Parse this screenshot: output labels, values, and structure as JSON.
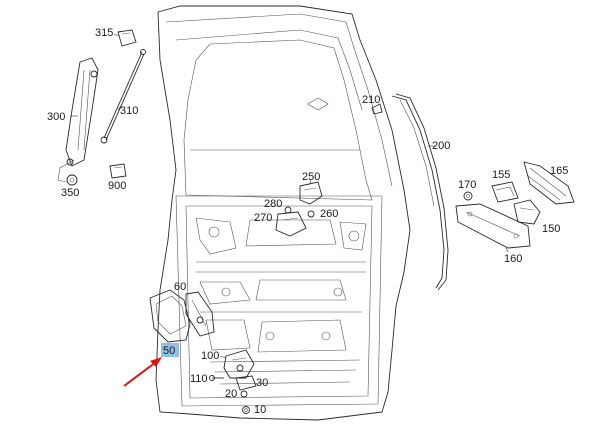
{
  "labels": {
    "p315": "315",
    "p300": "300",
    "p310": "310",
    "p350": "350",
    "p900": "900",
    "p210": "210",
    "p200": "200",
    "p250": "250",
    "p280": "280",
    "p270": "270",
    "p260": "260",
    "p170": "170",
    "p155": "155",
    "p165": "165",
    "p150": "150",
    "p160": "160",
    "p60": "60",
    "p50": "50",
    "p100": "100",
    "p110": "110",
    "p30": "30",
    "p20": "20",
    "p10": "10"
  },
  "highlight": {
    "part": "50",
    "color": "#8fc1e8",
    "arrow_color": "#e01010"
  }
}
